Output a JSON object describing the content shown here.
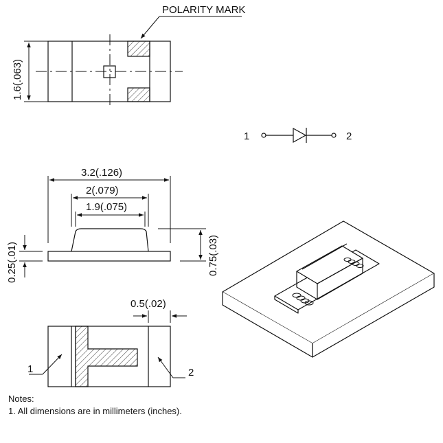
{
  "labels": {
    "polarity_mark": "POLARITY MARK",
    "pin1": "1",
    "pin2": "2",
    "pad1": "1",
    "pad2": "2"
  },
  "dimensions": {
    "height_top": "1.6(.063)",
    "length_total": "3.2(.126)",
    "length_body": "2(.079)",
    "length_top": "1.9(.075)",
    "substrate_thickness": "0.25(.01)",
    "total_height": "0.75(.03)",
    "pad_width": "0.5(.02)"
  },
  "notes": {
    "title": "Notes:",
    "line1": "1. All dimensions are in millimeters (inches)."
  }
}
